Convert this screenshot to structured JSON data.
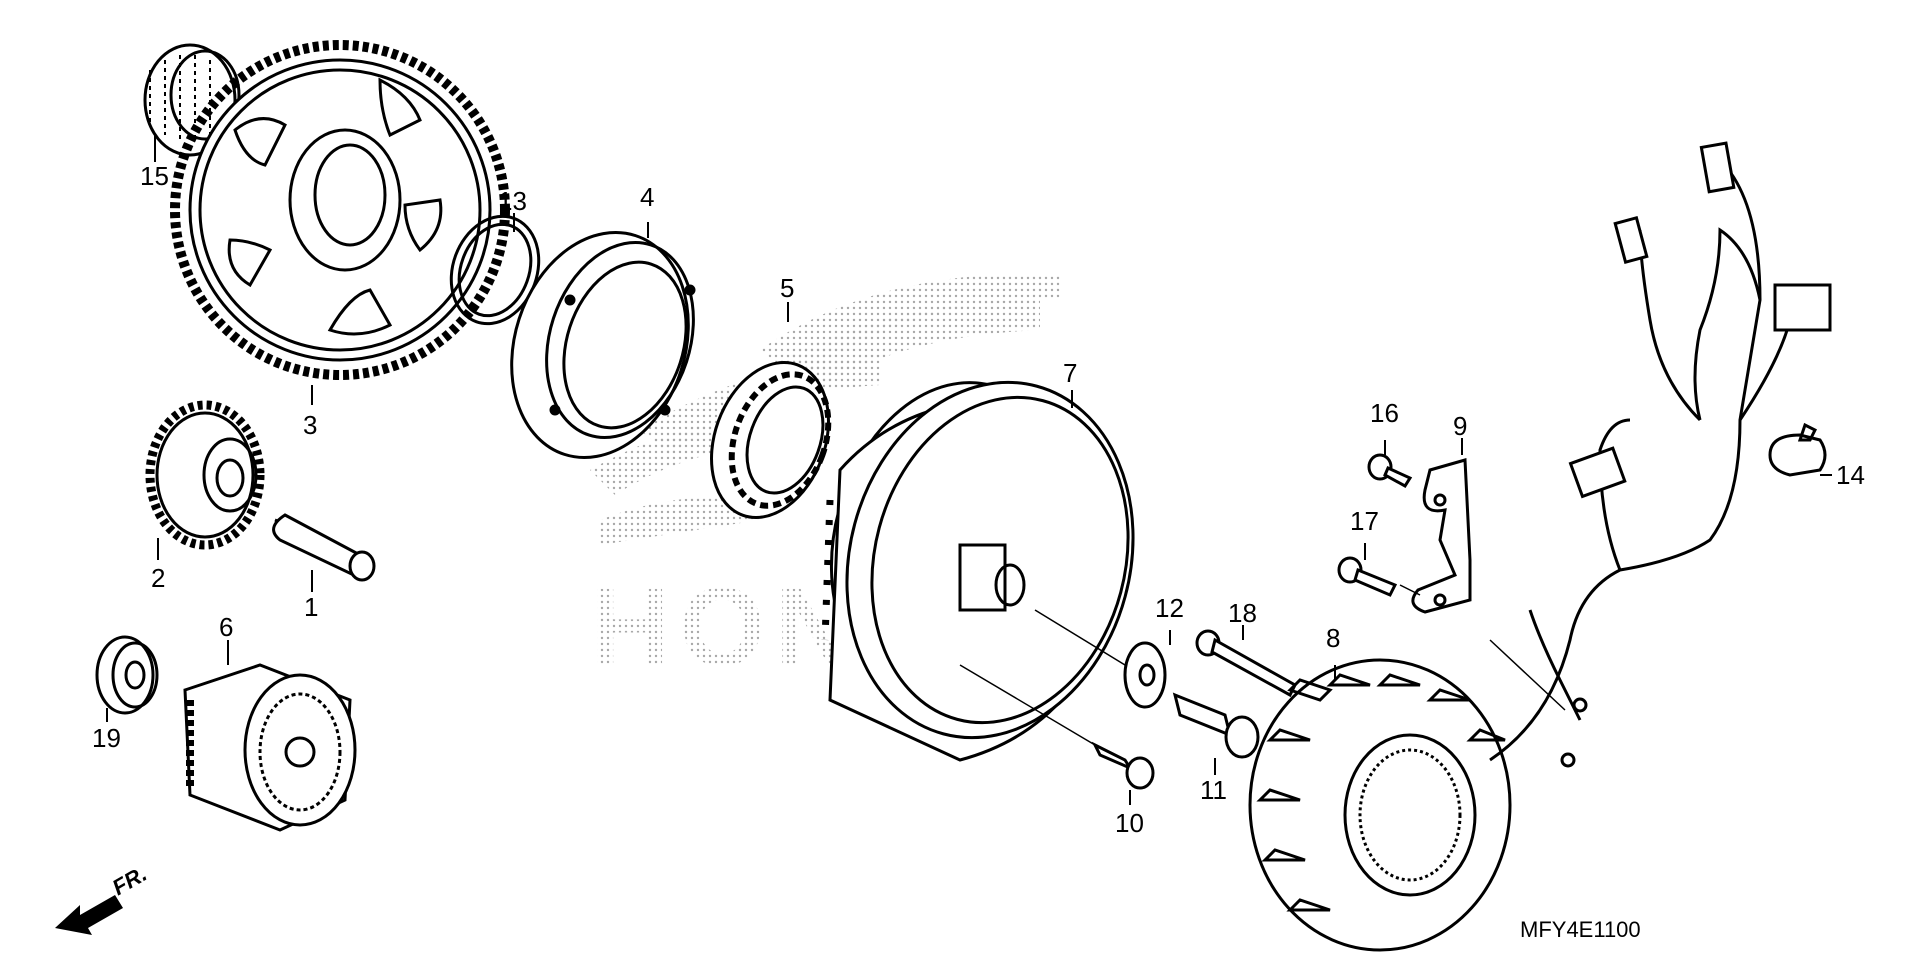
{
  "diagram": {
    "drawing_code": "MFY4E1100",
    "front_marker": "FR.",
    "watermark_text": "HONDA",
    "callouts": [
      {
        "id": "1",
        "label": "1"
      },
      {
        "id": "2",
        "label": "2"
      },
      {
        "id": "3",
        "label": "3"
      },
      {
        "id": "4",
        "label": "4"
      },
      {
        "id": "5",
        "label": "5"
      },
      {
        "id": "6",
        "label": "6"
      },
      {
        "id": "7",
        "label": "7"
      },
      {
        "id": "8",
        "label": "8"
      },
      {
        "id": "9",
        "label": "9"
      },
      {
        "id": "10",
        "label": "10"
      },
      {
        "id": "11",
        "label": "11"
      },
      {
        "id": "12",
        "label": "12"
      },
      {
        "id": "13",
        "label": "13"
      },
      {
        "id": "14",
        "label": "14"
      },
      {
        "id": "15",
        "label": "15"
      },
      {
        "id": "16",
        "label": "16"
      },
      {
        "id": "17",
        "label": "17"
      },
      {
        "id": "18",
        "label": "18"
      },
      {
        "id": "19",
        "label": "19"
      }
    ]
  }
}
